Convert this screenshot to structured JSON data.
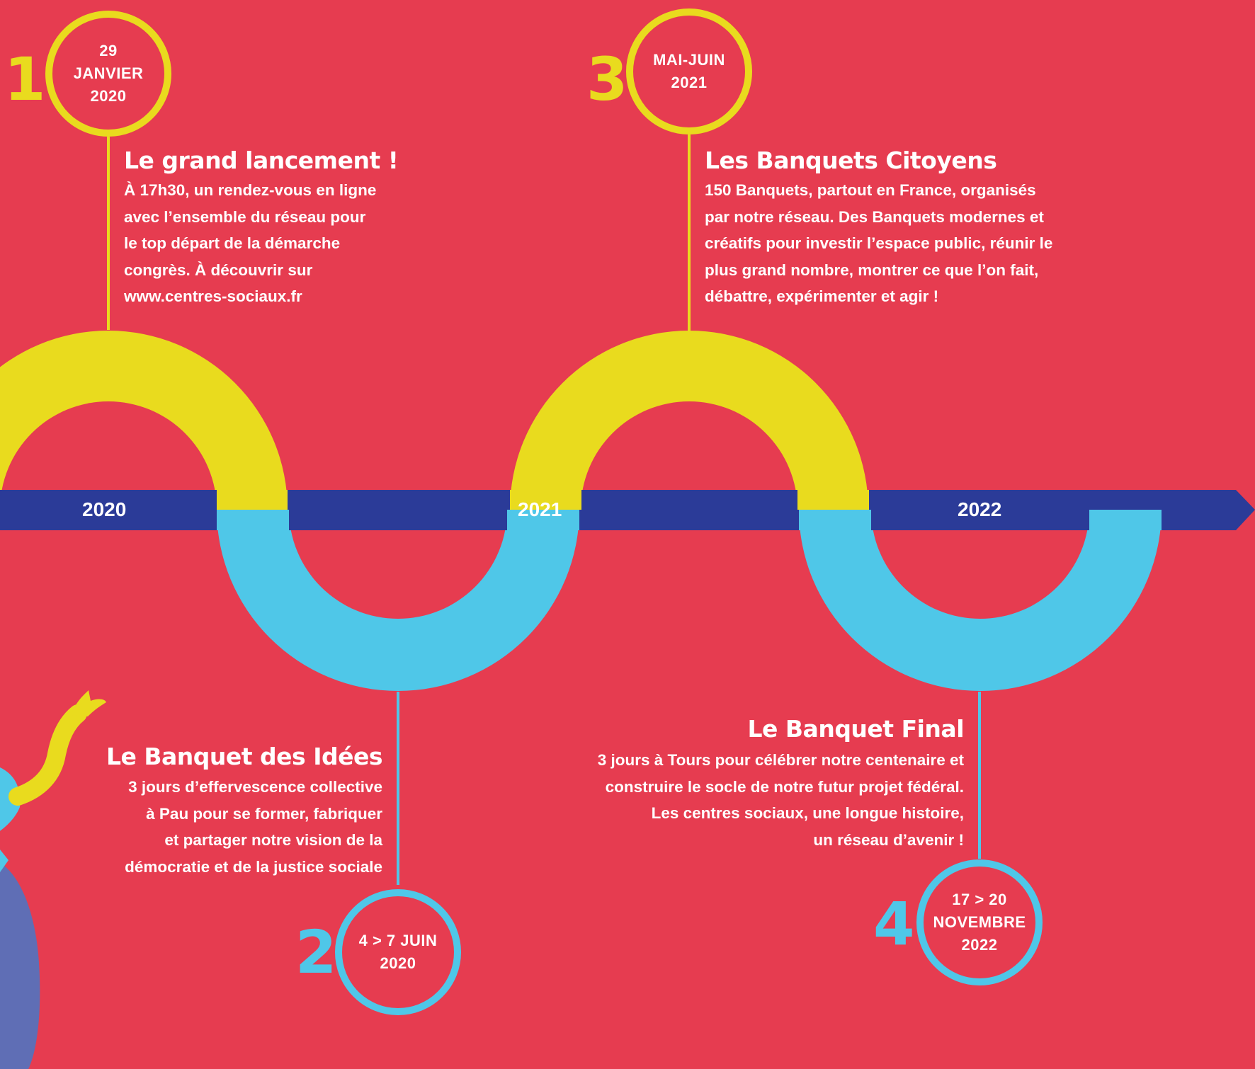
{
  "colors": {
    "background": "#e63c50",
    "yellow": "#e9db1e",
    "cyan": "#4fc7e8",
    "navy": "#2b3b98",
    "text": "#ffffff",
    "figure_body": "#5f6eb5"
  },
  "timeline": {
    "years": [
      "2020",
      "2021",
      "2022"
    ]
  },
  "events": [
    {
      "number": "1",
      "date_lines": [
        "29",
        "JANVIER",
        "2020"
      ],
      "title": "Le grand lancement !",
      "body_lines": [
        "À 17h30, un rendez-vous en ligne",
        "avec l’ensemble du réseau pour",
        "le top départ de la démarche",
        "congrès. À découvrir sur",
        "www.centres-sociaux.fr"
      ]
    },
    {
      "number": "2",
      "date_lines": [
        "4 > 7 JUIN",
        "2020"
      ],
      "title": "Le Banquet des Idées",
      "body_lines": [
        "3 jours d’effervescence collective",
        "à Pau pour se former, fabriquer",
        "et partager notre vision de la",
        "démocratie et de la justice sociale"
      ]
    },
    {
      "number": "3",
      "date_lines": [
        "MAI-JUIN",
        "2021"
      ],
      "title": "Les Banquets Citoyens",
      "body_lines": [
        "150 Banquets, partout en France, organisés",
        "par notre réseau. Des Banquets modernes et",
        "créatifs pour investir l’espace public, réunir le",
        "plus grand nombre, montrer ce que l’on fait,",
        "débattre, expérimenter et agir !"
      ]
    },
    {
      "number": "4",
      "date_lines": [
        "17 > 20",
        "NOVEMBRE",
        "2022"
      ],
      "title": "Le Banquet Final",
      "body_lines": [
        "3 jours à Tours pour célébrer notre centenaire et",
        "construire le socle de notre futur projet fédéral.",
        "Les centres sociaux, une longue histoire,",
        "un réseau d’avenir !"
      ]
    }
  ]
}
